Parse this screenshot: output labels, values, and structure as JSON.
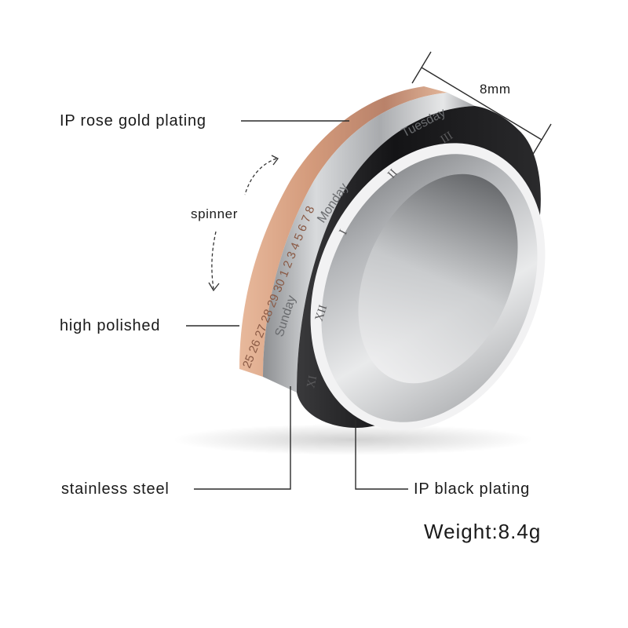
{
  "labels": {
    "rose_gold": "IP rose gold plating",
    "spinner": "spinner",
    "high_polished": "high polished",
    "stainless": "stainless steel",
    "black": "IP black plating",
    "width": "8mm",
    "weight": "Weight:8.4g"
  },
  "engravings": {
    "rose_gold_numbers": "25 26 27 28 29 30 1 2 3 4 5 6 7 8",
    "days": [
      "Sunday",
      "Monday",
      "Tuesday"
    ],
    "roman": [
      "XI",
      "XII",
      "I",
      "II",
      "III"
    ]
  },
  "colors": {
    "rose_gold": "#d9a487",
    "steel": "#c9cbcd",
    "black": "#1c1c1e",
    "leader_line": "#2a2a2a"
  }
}
